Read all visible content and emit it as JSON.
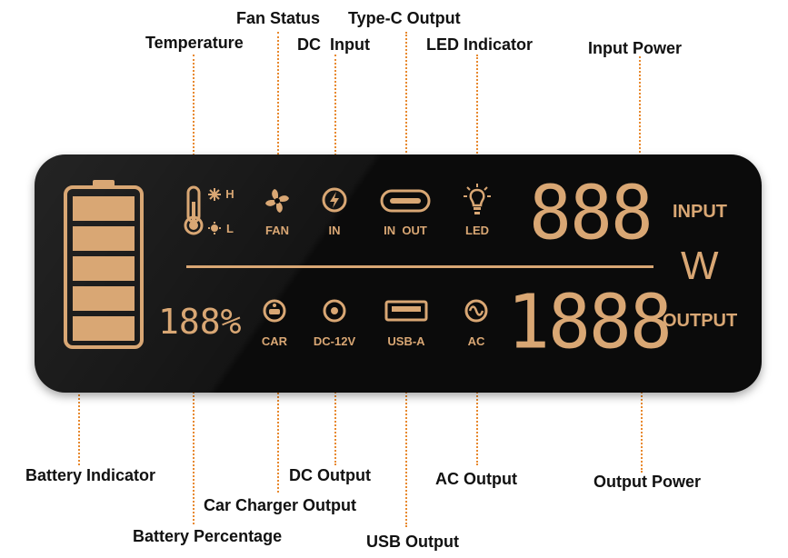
{
  "callouts": {
    "fan_status": "Fan Status",
    "type_c_output": "Type-C Output",
    "temperature": "Temperature",
    "dc_input": "DC  Input",
    "led_indicator": "LED Indicator",
    "input_power": "Input Power",
    "battery_indicator": "Battery Indicator",
    "dc_output": "DC Output",
    "ac_output": "AC Output",
    "output_power": "Output Power",
    "car_charger_output": "Car Charger Output",
    "battery_percentage": "Battery Percentage",
    "usb_output": "USB Output"
  },
  "display": {
    "battery_percent": "188%",
    "input_digits": "888",
    "output_digits": "1888",
    "input_word": "INPUT",
    "output_word": "OUTPUT",
    "unit": "W",
    "temp_high": "H",
    "temp_low": "L",
    "fan_label": "FAN",
    "in_label": "IN",
    "typec_label": "IN  OUT",
    "led_label": "LED",
    "car_label": "CAR",
    "dc12_label": "DC-12V",
    "usba_label": "USB-A",
    "ac_label": "AC"
  },
  "colors": {
    "accent": "#d9a774",
    "leader": "#e8892e",
    "panel": "#0b0b0b"
  },
  "icons": [
    "thermometer-icon",
    "fan-icon",
    "lightning-icon",
    "usb-c-port-icon",
    "bulb-icon",
    "car-charger-icon",
    "dc-port-icon",
    "usb-a-port-icon",
    "ac-sine-icon",
    "battery-icon"
  ]
}
